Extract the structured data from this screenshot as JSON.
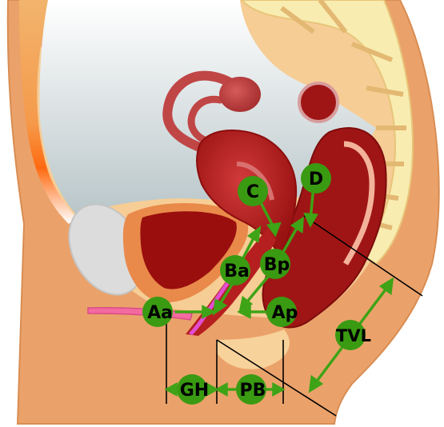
{
  "colors": {
    "skin": "#eaa26a",
    "skin_edge": "#d98d52",
    "fat": "#f7d29a",
    "pelvic_cavity": "#cfd8da",
    "uterus": "#b51f1f",
    "uterus_dark": "#8d0d0d",
    "bladder": "#b10f0f",
    "rectum": "#9f1515",
    "spine_light": "#f8ecb0",
    "pubic_bone": "#dcdcdc",
    "label_fill": "#3a9a12",
    "arrow_green": "#3ea316",
    "line_black": "#000000"
  },
  "labels": {
    "c": "C",
    "d": "D",
    "ba": "Ba",
    "bp": "Bp",
    "aa": "Aa",
    "ap": "Ap",
    "tvl": "TVL",
    "gh": "GH",
    "pb": "PB"
  }
}
